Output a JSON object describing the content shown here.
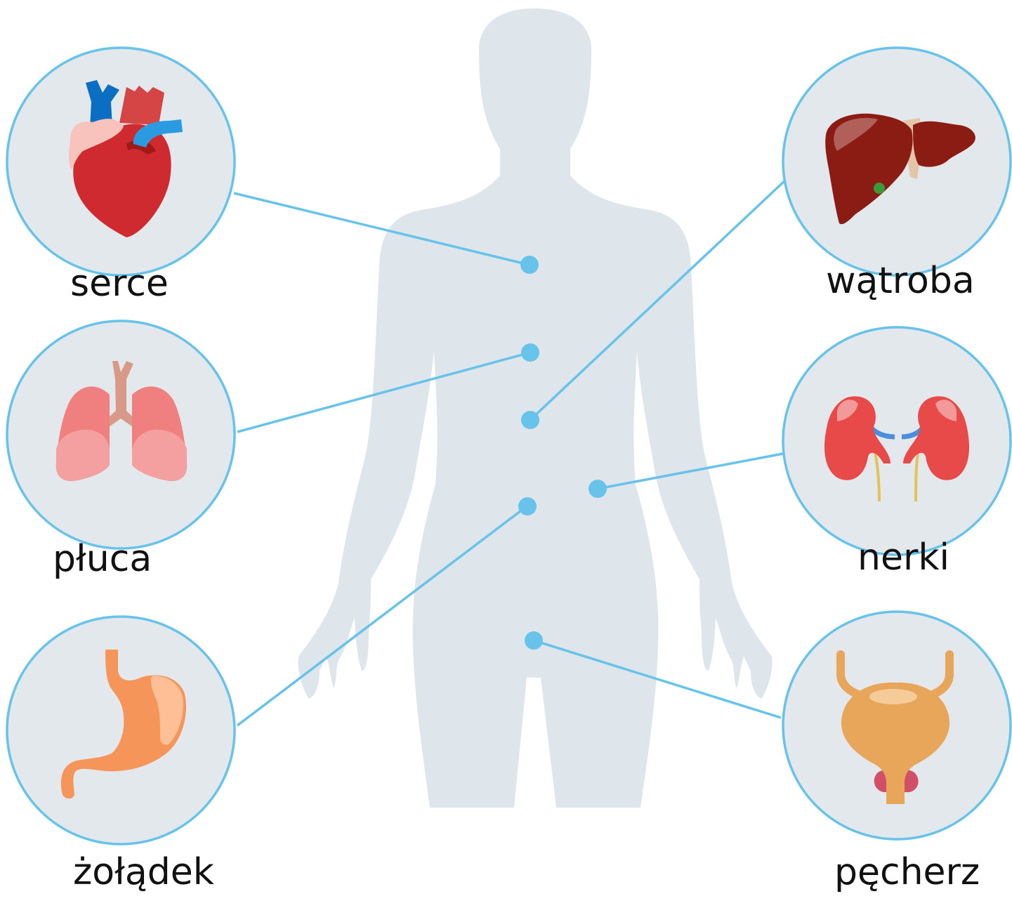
{
  "colors": {
    "silhouette": "#dfe6eb",
    "accent": "#68c3ea",
    "circle_fill": "#e3e8ec"
  },
  "organs": [
    {
      "id": "heart",
      "label": "serce",
      "icon": "heart-icon"
    },
    {
      "id": "lungs",
      "label": "płuca",
      "icon": "lungs-icon"
    },
    {
      "id": "stomach",
      "label": "żołądek",
      "icon": "stomach-icon"
    },
    {
      "id": "liver",
      "label": "wątroba",
      "icon": "liver-icon"
    },
    {
      "id": "kidneys",
      "label": "nerki",
      "icon": "kidneys-icon"
    },
    {
      "id": "bladder",
      "label": "pęcherz",
      "icon": "bladder-icon"
    }
  ]
}
